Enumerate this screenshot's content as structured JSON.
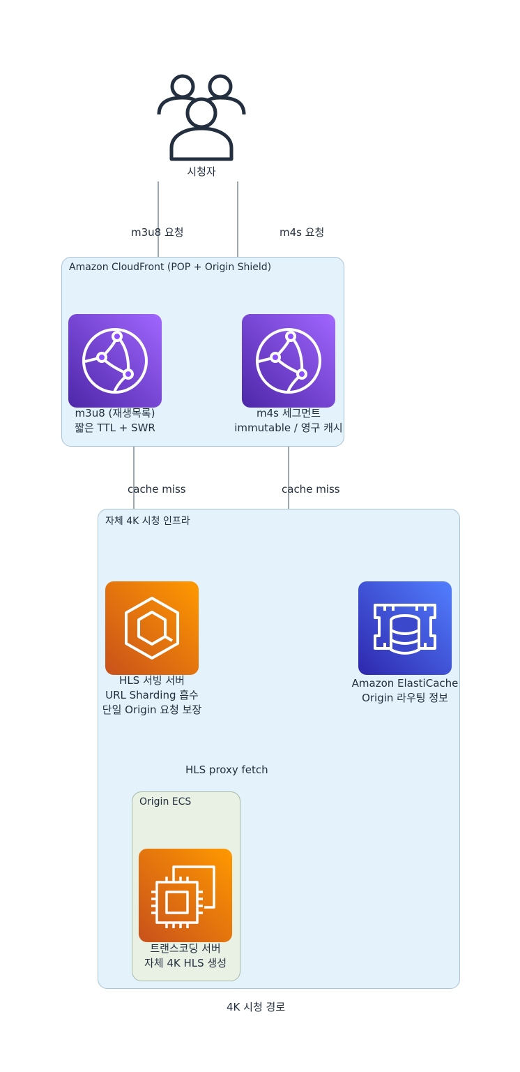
{
  "nodes": {
    "viewer": {
      "label": "시청자",
      "icon": "users-icon"
    },
    "m3u8_cache": {
      "lines": [
        "m3u8 (재생목록)",
        "짧은 TTL + SWR"
      ],
      "icon": "cloudfront-icon"
    },
    "m4s_cache": {
      "lines": [
        "m4s 세그먼트",
        "immutable / 영구 캐시"
      ],
      "icon": "cloudfront-icon"
    },
    "hls_server": {
      "lines": [
        "HLS 서빙 서버",
        "URL Sharding 흡수",
        "단일 Origin 요청 보장"
      ],
      "icon": "ecs-icon"
    },
    "elasticache": {
      "lines": [
        "Amazon ElastiCache",
        "Origin 라우팅 정보"
      ],
      "icon": "elasticache-icon"
    },
    "transcoder": {
      "lines": [
        "트랜스코딩 서버",
        "자체 4K HLS 생성"
      ],
      "icon": "ec2-icon"
    }
  },
  "groups": {
    "cloudfront": "Amazon CloudFront (POP + Origin Shield)",
    "infra": "자체 4K 시청 인프라",
    "origin_ecs": "Origin ECS"
  },
  "edges": {
    "m3u8_request": "m3u8 요청",
    "m4s_request": "m4s 요청",
    "cache_miss_left": "cache miss",
    "cache_miss_right": "cache miss",
    "hls_proxy_fetch": "HLS proxy fetch"
  },
  "caption": "4K 시청 경로",
  "colors": {
    "cloudfront": "#8c4fff",
    "compute": "#ed7100",
    "database": "#3b48cc",
    "group_fill": "#e3f2fb",
    "ecs_group_fill": "#e9f0e4",
    "edge": "#7b8a96"
  }
}
